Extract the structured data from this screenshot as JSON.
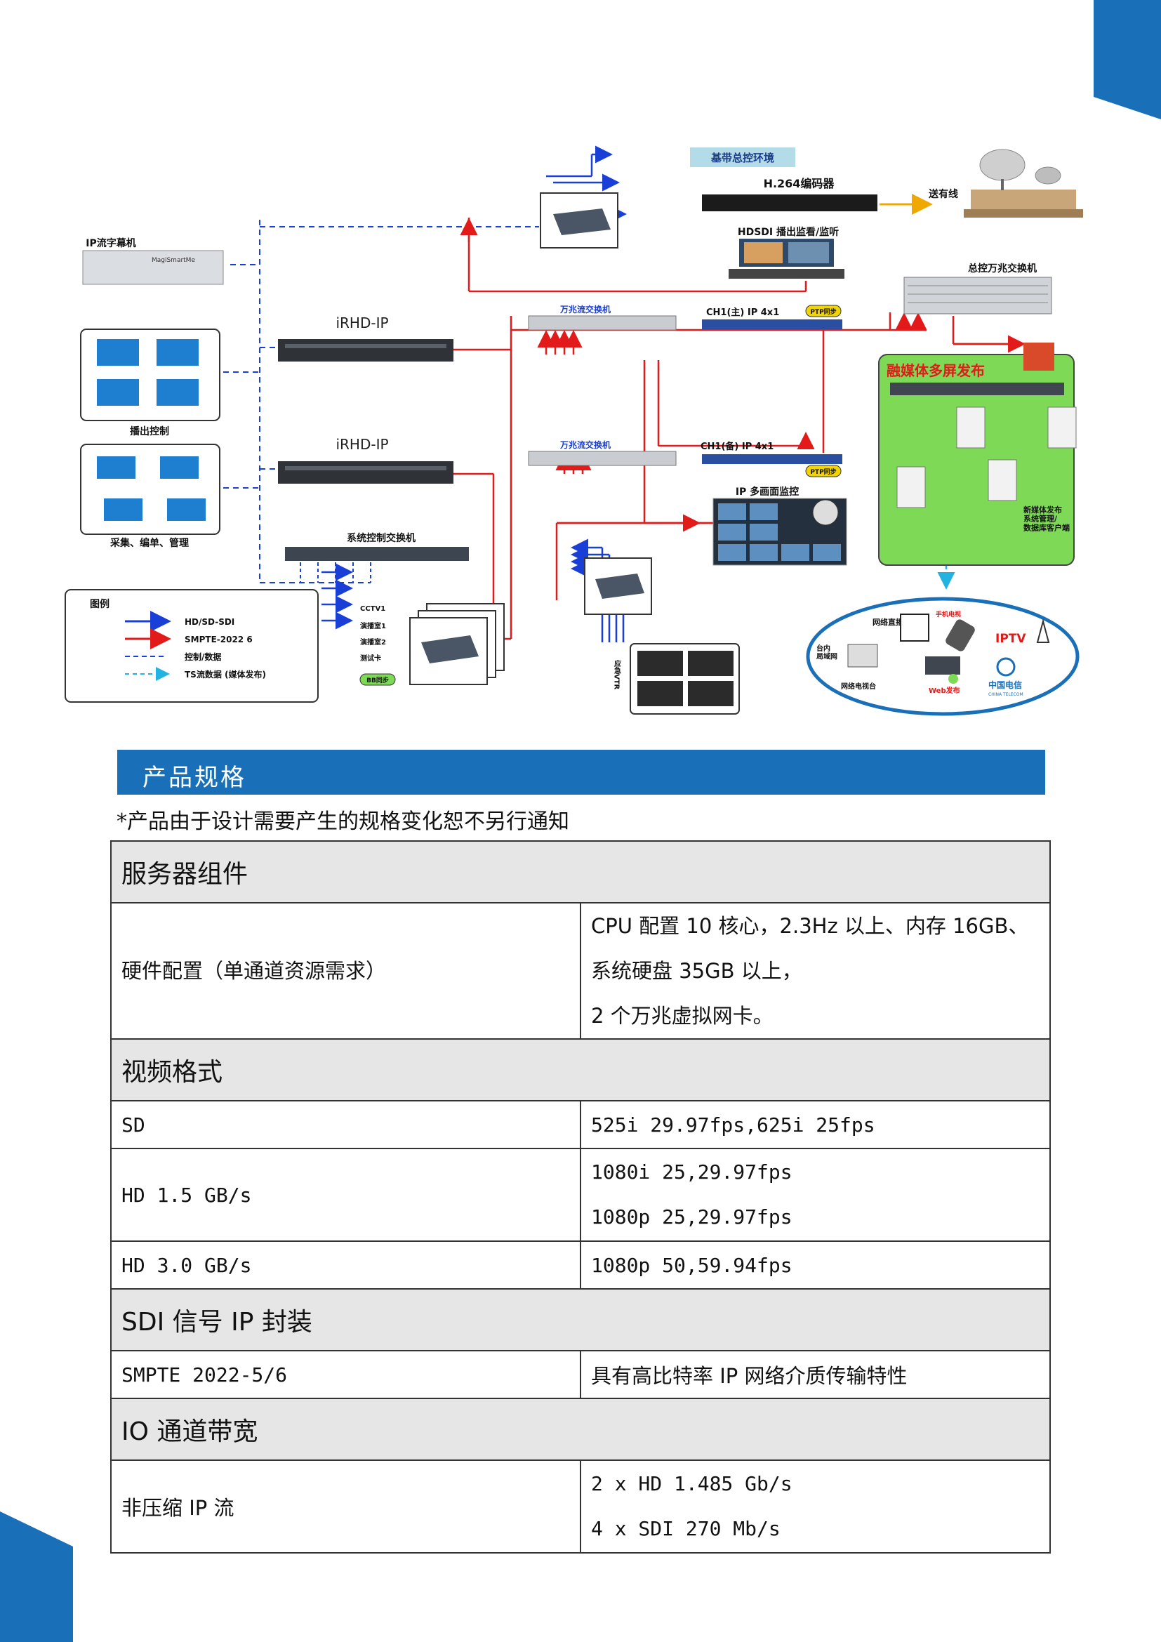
{
  "diagram": {
    "box_sub_control": "基带总控环境",
    "h264_encoder": "H.264编码器",
    "uplink": "送有线",
    "hdsdi_monitor": "HDSDI 播出监看/监听",
    "ip_subtitle": "IP流字幕机",
    "ip_subtitle_device": "MagiSmartMe",
    "core_switch": "总控万兆交换机",
    "irhd1": "iRHD-IP",
    "irhd2": "iRHD-IP",
    "switch1": "万兆流交换机",
    "switch2": "万兆流交换机",
    "ch1_main": "CH1(主) IP 4x1",
    "ch1_backup": "CH1(备) IP 4x1",
    "ptp1": "PTP同步",
    "ptp2": "PTP同步",
    "broadcast_control": "播出控制",
    "capture_edit": "采集、编单、管理",
    "sys_switch": "系统控制交换机",
    "multiscreen": "IP 多画面监控",
    "media_publish": "融媒体多屏发布",
    "new_media": "新媒体发布\n系统管理/\n数据库客户端",
    "legend_title": "图例",
    "legend_items": [
      "HD/SD-SDI",
      "SMPTE-2022 6",
      "控制/数据",
      "TS流数据 (媒体发布)"
    ],
    "inputs": [
      "CCTV1",
      "演播室1",
      "演播室2",
      "测试卡"
    ],
    "bb_sync": "BB同步",
    "vtr": "应急VTR",
    "cloud": {
      "web_live": "网络直播",
      "phone_tv": "手机电视",
      "iptv": "IPTV",
      "lan": "台内\n局域网",
      "web_tv": "网络电视台",
      "web_pub": "Web发布",
      "telecom": "中国电信",
      "telecom_en": "CHINA TELECOM"
    }
  },
  "section": {
    "title": "产品规格"
  },
  "note": "*产品由于设计需要产生的规格变化恕不另行通知",
  "spec": {
    "server_header": "服务器组件",
    "hw_label": "硬件配置（单通道资源需求）",
    "hw_value_1": "CPU 配置 10 核心，2.3Hz 以上、内存 16GB、系统硬盘 35GB 以上，",
    "hw_value_2": "2 个万兆虚拟网卡。",
    "video_header": "视频格式",
    "sd_label": "SD",
    "sd_value": "525i 29.97fps,625i 25fps",
    "hd15_label": "HD 1.5 GB/s",
    "hd15_value_1": "1080i 25,29.97fps",
    "hd15_value_2": "1080p 25,29.97fps",
    "hd30_label": "HD 3.0 GB/s",
    "hd30_value": "1080p 50,59.94fps",
    "sdi_header": "SDI 信号 IP 封装",
    "smpte_label": "SMPTE 2022-5/6",
    "smpte_value": "具有高比特率 IP 网络介质传输特性",
    "io_header": "IO 通道带宽",
    "ip_label": "非压缩 IP 流",
    "ip_value_1": "2 x HD 1.485 Gb/s",
    "ip_value_2": "4 x SDI 270 Mb/s"
  },
  "colors": {
    "accent": "#1a6fb9",
    "sdi_blue": "#1a3fd6",
    "smpte_red": "#e21a1a",
    "green_panel": "#7ed957"
  }
}
